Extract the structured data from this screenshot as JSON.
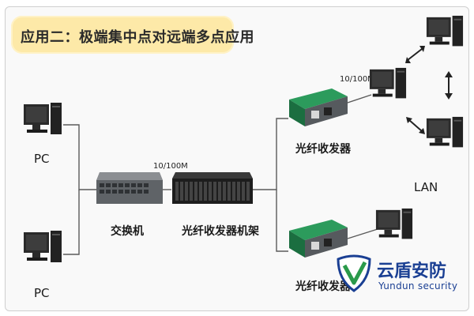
{
  "banner": {
    "title": "应用二：极端集中点对远端多点应用"
  },
  "labels": {
    "pc_top": "PC",
    "pc_bottom": "PC",
    "switch": "交换机",
    "rack": "光纤收发器机架",
    "transceiver_top": "光纤收发器",
    "transceiver_bottom": "光纤收发器",
    "speed_rack": "10/100M",
    "speed_top": "10/100M",
    "lan": "LAN"
  },
  "logo": {
    "name": "云盾安防",
    "subtitle": "Yundun security"
  },
  "colors": {
    "banner": "#fde9a8",
    "device_green": "#1f8a4f",
    "switch_gray": "#6c6f73",
    "logo_blue": "#1a3f93"
  },
  "icons": [
    "computer-icon",
    "switch-icon",
    "rack-icon",
    "fiber-transceiver-icon",
    "double-arrow-icon",
    "shield-logo-icon"
  ]
}
